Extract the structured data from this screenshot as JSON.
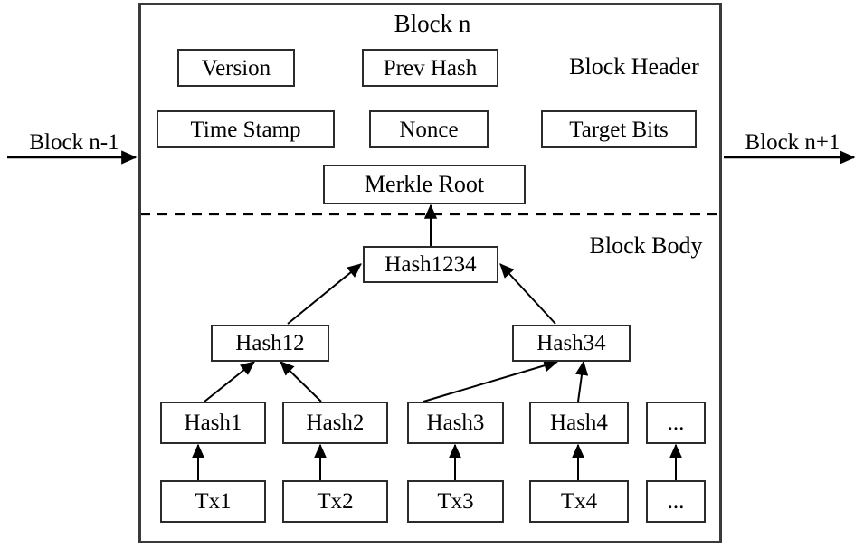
{
  "diagram": {
    "title": "Block n",
    "section_labels": {
      "header": "Block Header",
      "body": "Block Body"
    },
    "chain": {
      "prev_block_label": "Block n-1",
      "next_block_label": "Block n+1"
    },
    "header_fields": [
      {
        "id": "version",
        "label": "Version"
      },
      {
        "id": "prev-hash",
        "label": "Prev Hash"
      },
      {
        "id": "time-stamp",
        "label": "Time Stamp"
      },
      {
        "id": "nonce",
        "label": "Nonce"
      },
      {
        "id": "target-bits",
        "label": "Target Bits"
      },
      {
        "id": "merkle-root",
        "label": "Merkle Root"
      }
    ],
    "merkle_tree": {
      "root": {
        "id": "hash1234",
        "label": "Hash1234"
      },
      "level2": [
        {
          "id": "hash12",
          "label": "Hash12"
        },
        {
          "id": "hash34",
          "label": "Hash34"
        }
      ],
      "leaf_hashes": [
        {
          "id": "hash1",
          "label": "Hash1"
        },
        {
          "id": "hash2",
          "label": "Hash2"
        },
        {
          "id": "hash3",
          "label": "Hash3"
        },
        {
          "id": "hash4",
          "label": "Hash4"
        },
        {
          "id": "hash-more",
          "label": "..."
        }
      ],
      "transactions": [
        {
          "id": "tx1",
          "label": "Tx1"
        },
        {
          "id": "tx2",
          "label": "Tx2"
        },
        {
          "id": "tx3",
          "label": "Tx3"
        },
        {
          "id": "tx4",
          "label": "Tx4"
        },
        {
          "id": "tx-more",
          "label": "..."
        }
      ]
    },
    "colors": {
      "stroke": "#2b2b2b",
      "outline": "#3a3a3a",
      "text": "#000000",
      "background": "#ffffff"
    }
  }
}
